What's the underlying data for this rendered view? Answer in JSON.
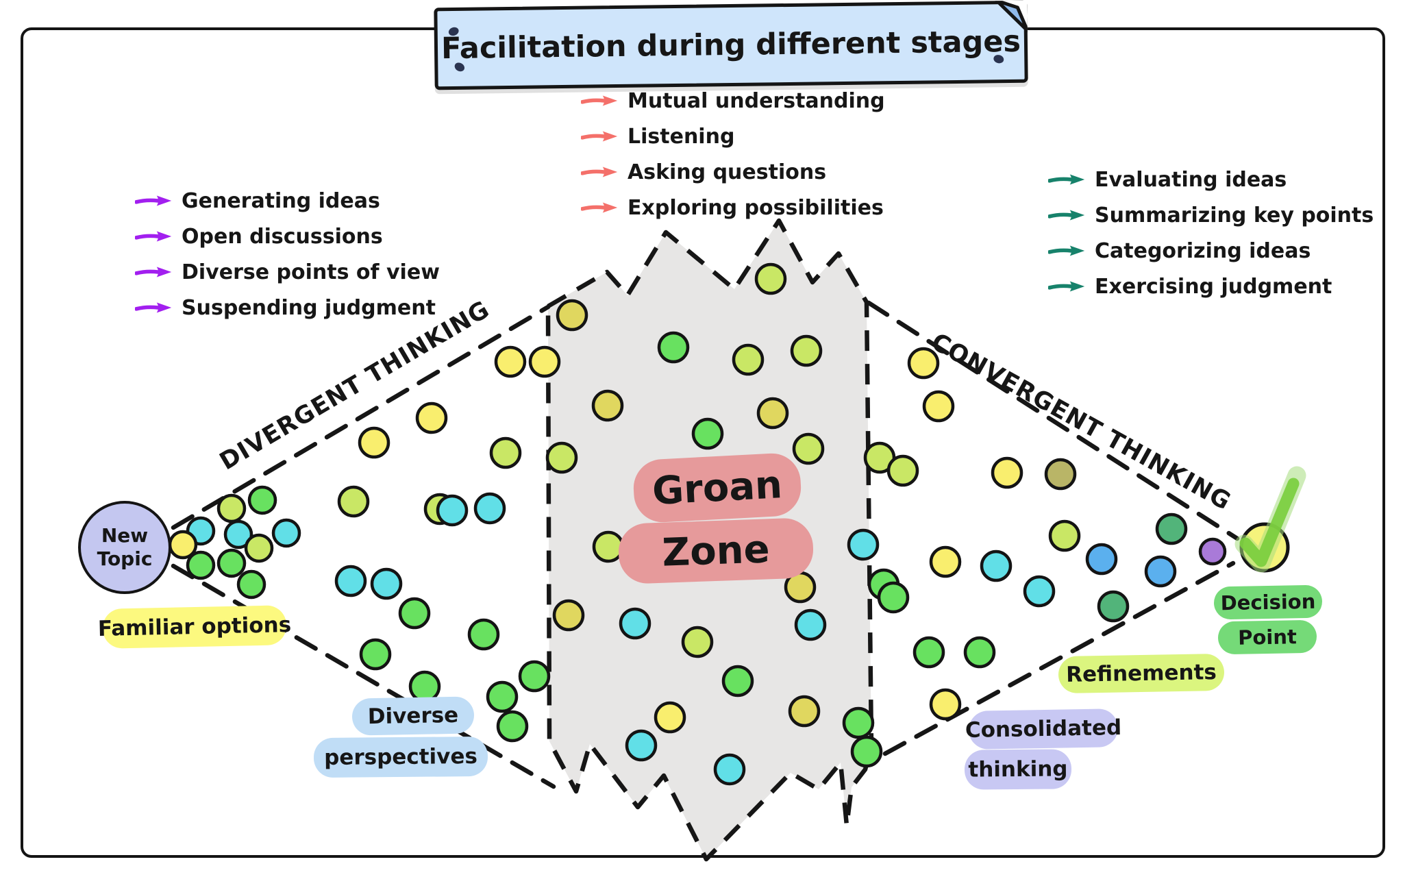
{
  "title": {
    "text": "Facilitation during different stages",
    "banner_color": "#cfe5fb"
  },
  "lists": {
    "divergent": {
      "arrow_color": "#a21fef",
      "items": [
        "Generating ideas",
        "Open discussions",
        "Diverse points of view",
        "Suspending judgment"
      ]
    },
    "groan": {
      "arrow_color": "#f4706a",
      "items": [
        "Mutual understanding",
        "Listening",
        "Asking questions",
        "Exploring possibilities"
      ]
    },
    "convergent": {
      "arrow_color": "#17826b",
      "items": [
        "Evaluating ideas",
        "Summarizing key points",
        "Categorizing ideas",
        "Exercising judgment"
      ]
    }
  },
  "stages": {
    "divergent": "DIVERGENT THINKING",
    "convergent": "CONVERGENT THINKING"
  },
  "groan_zone": {
    "line1": "Groan",
    "line2": "Zone",
    "highlight_color": "#e69a9b",
    "fill_color": "#e7e6e5"
  },
  "start_node": {
    "line1": "New",
    "line2": "Topic",
    "fill_color": "#c4c7f0"
  },
  "end_node": {
    "line1": "Decision",
    "line2": "Point",
    "highlight_color": "#75da78",
    "circle_color": "#f5f37c",
    "check_color": "#7bce3e",
    "icon": "green-checkmark"
  },
  "labels": {
    "familiar_options": {
      "text": "Familiar options",
      "color": "#fcf97f"
    },
    "diverse_perspectives": {
      "line1": "Diverse",
      "line2": "perspectives",
      "color": "#c0ddf6"
    },
    "refinements": {
      "text": "Refinements",
      "color": "#dbf57f"
    },
    "consolidated_thinking": {
      "line1": "Consolidated",
      "line2": "thinking",
      "color": "#c8c8f3"
    }
  },
  "dots": {
    "palette": {
      "yellow": "#f9ee6e",
      "mustard": "#e0d75f",
      "lime": "#c9e765",
      "olive": "#b9b567",
      "green": "#68e160",
      "seagreen": "#52b47a",
      "cyan": "#61dfe7",
      "blue": "#5bb0ee",
      "purple": "#a97ad8"
    },
    "points": [
      [
        338,
        742,
        "lime",
        19
      ],
      [
        383,
        730,
        "green",
        19
      ],
      [
        293,
        775,
        "cyan",
        19
      ],
      [
        267,
        795,
        "yellow",
        19
      ],
      [
        348,
        780,
        "cyan",
        19
      ],
      [
        418,
        778,
        "cyan",
        19
      ],
      [
        378,
        800,
        "lime",
        19
      ],
      [
        293,
        825,
        "green",
        19
      ],
      [
        338,
        822,
        "green",
        19
      ],
      [
        367,
        853,
        "green",
        19
      ],
      [
        516,
        732,
        "lime",
        21
      ],
      [
        546,
        646,
        "yellow",
        21
      ],
      [
        630,
        610,
        "yellow",
        21
      ],
      [
        642,
        743,
        "lime",
        21
      ],
      [
        738,
        661,
        "lime",
        21
      ],
      [
        745,
        528,
        "yellow",
        21
      ],
      [
        795,
        528,
        "yellow",
        21
      ],
      [
        660,
        745,
        "cyan",
        21
      ],
      [
        715,
        742,
        "cyan",
        21
      ],
      [
        512,
        848,
        "cyan",
        21
      ],
      [
        564,
        852,
        "cyan",
        21
      ],
      [
        605,
        895,
        "green",
        21
      ],
      [
        706,
        926,
        "green",
        21
      ],
      [
        548,
        955,
        "green",
        21
      ],
      [
        780,
        987,
        "green",
        21
      ],
      [
        620,
        1002,
        "green",
        21
      ],
      [
        733,
        1017,
        "green",
        21
      ],
      [
        748,
        1060,
        "green",
        21
      ],
      [
        835,
        460,
        "mustard",
        21
      ],
      [
        1125,
        407,
        "lime",
        21
      ],
      [
        983,
        507,
        "green",
        21
      ],
      [
        1092,
        525,
        "lime",
        21
      ],
      [
        1177,
        512,
        "lime",
        21
      ],
      [
        887,
        592,
        "mustard",
        21
      ],
      [
        1128,
        603,
        "mustard",
        21
      ],
      [
        1033,
        633,
        "green",
        21
      ],
      [
        1180,
        655,
        "lime",
        21
      ],
      [
        820,
        668,
        "lime",
        21
      ],
      [
        888,
        798,
        "lime",
        21
      ],
      [
        830,
        898,
        "mustard",
        21
      ],
      [
        927,
        910,
        "cyan",
        21
      ],
      [
        1018,
        937,
        "lime",
        21
      ],
      [
        1183,
        912,
        "cyan",
        21
      ],
      [
        1168,
        857,
        "mustard",
        21
      ],
      [
        1077,
        994,
        "green",
        21
      ],
      [
        978,
        1047,
        "yellow",
        21
      ],
      [
        1174,
        1038,
        "mustard",
        21
      ],
      [
        936,
        1088,
        "cyan",
        21
      ],
      [
        1065,
        1123,
        "cyan",
        21
      ],
      [
        1284,
        668,
        "lime",
        21
      ],
      [
        1260,
        795,
        "cyan",
        21
      ],
      [
        1290,
        853,
        "green",
        21
      ],
      [
        1253,
        1055,
        "green",
        21
      ],
      [
        1265,
        1097,
        "green",
        21
      ],
      [
        1348,
        530,
        "yellow",
        21
      ],
      [
        1370,
        593,
        "yellow",
        21
      ],
      [
        1318,
        687,
        "lime",
        21
      ],
      [
        1470,
        690,
        "yellow",
        21
      ],
      [
        1548,
        692,
        "olive",
        21
      ],
      [
        1554,
        782,
        "lime",
        21
      ],
      [
        1710,
        772,
        "seagreen",
        21
      ],
      [
        1608,
        816,
        "blue",
        21
      ],
      [
        1694,
        834,
        "blue",
        21
      ],
      [
        1770,
        805,
        "purple",
        18
      ],
      [
        1380,
        820,
        "yellow",
        21
      ],
      [
        1454,
        826,
        "cyan",
        21
      ],
      [
        1304,
        872,
        "green",
        21
      ],
      [
        1517,
        863,
        "cyan",
        21
      ],
      [
        1625,
        885,
        "seagreen",
        21
      ],
      [
        1356,
        952,
        "green",
        21
      ],
      [
        1430,
        952,
        "green",
        21
      ],
      [
        1380,
        1028,
        "yellow",
        21
      ]
    ]
  }
}
